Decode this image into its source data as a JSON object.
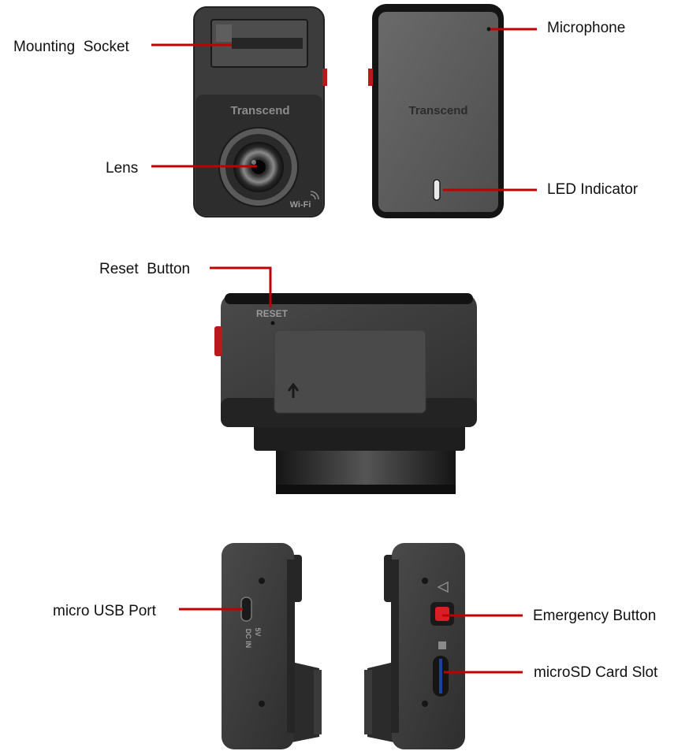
{
  "callouts": {
    "mounting_socket": "Mounting  Socket",
    "lens": "Lens",
    "microphone": "Microphone",
    "led_indicator": "LED Indicator",
    "reset_button": "Reset  Button",
    "micro_usb_port": "micro USB Port",
    "emergency_button": "Emergency Button",
    "microsd_card_slot": "microSD Card Slot"
  },
  "device_markings": {
    "brand_front": "Transcend",
    "brand_back": "Transcend",
    "wifi": "Wi-Fi",
    "reset": "RESET",
    "power_5v": "5V",
    "power_dcin": "DC IN"
  },
  "colors": {
    "leader_line": "#c00000",
    "device_body": "#3a3a3a",
    "device_dark": "#1b1b1b",
    "accent_red": "#c8191d",
    "sd_slot": "#1d3fa8"
  }
}
